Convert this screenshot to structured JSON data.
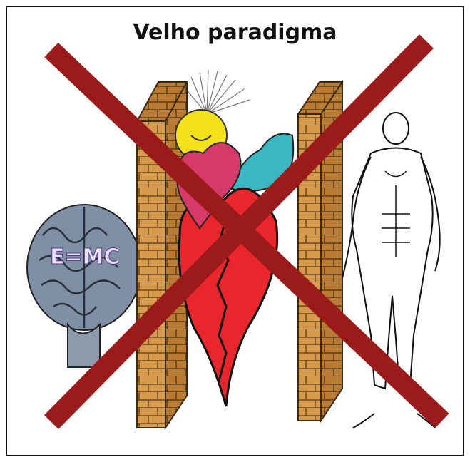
{
  "title": "Velho paradigma",
  "formula": "E=MC",
  "illustration": {
    "elements": [
      "brain",
      "brick-wall-left",
      "sun",
      "bird",
      "broken-heart",
      "brick-wall-right",
      "anatomical-man"
    ],
    "crossed_out": true
  },
  "colors": {
    "cross": "#9b1b1b",
    "brick": "#d69a4c",
    "heart": "#e8262c",
    "sun": "#f4e11a",
    "pink_heart": "#d63a6a",
    "teal": "#3bb7c4",
    "brain": "#7f8fa6"
  }
}
